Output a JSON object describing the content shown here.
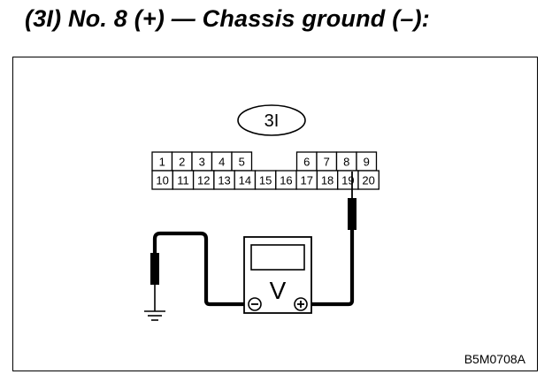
{
  "title": "(3I) No. 8 (+) — Chassis ground (–):",
  "connector": {
    "label": "3I",
    "top_row": [
      "1",
      "2",
      "3",
      "4",
      "5",
      "",
      "6",
      "7",
      "8",
      "9"
    ],
    "bottom_row": [
      "10",
      "11",
      "12",
      "13",
      "14",
      "15",
      "16",
      "17",
      "18",
      "19",
      "20"
    ]
  },
  "meter": {
    "symbol": "V",
    "neg_terminal": "⊖",
    "pos_terminal": "⊕"
  },
  "figure_code": "B5M0708A"
}
